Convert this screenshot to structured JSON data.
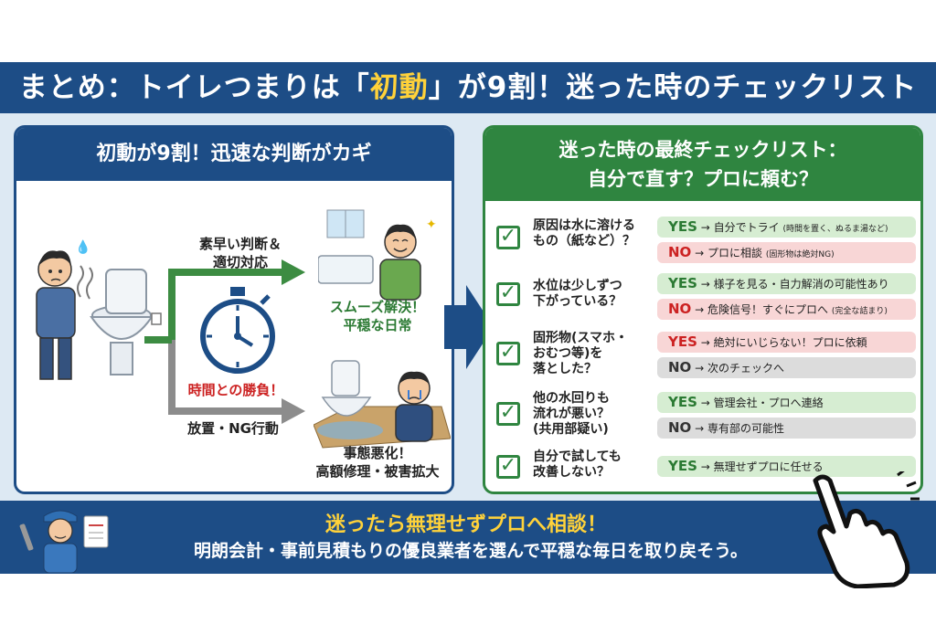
{
  "title": {
    "pre": "まとめ：トイレつまりは「",
    "highlight": "初動",
    "post": "」が9割！迷った時のチェックリスト"
  },
  "left": {
    "heading": "初動が9割！迅速な判断がカギ",
    "fast_label": "素早い判断＆\n適切対応",
    "time_label": "時間との勝負！",
    "ng_label": "放置・NG行動",
    "good_result": "スムーズ解決！\n平穏な日常",
    "bad_result": "事態悪化！\n高額修理・被害拡大"
  },
  "right": {
    "heading_line1": "迷った時の最終チェックリスト：",
    "heading_line2": "自分で直す？プロに頼む？",
    "questions": [
      {
        "q": "原因は水に溶ける\nもの（紙など）？",
        "a1": {
          "label": "YES",
          "text": "自分でトライ",
          "note": "(時間を置く、ぬるま湯など)"
        },
        "a2": {
          "label": "NO",
          "text": "プロに相談",
          "note": "(固形物は絶対NG)"
        }
      },
      {
        "q": "水位は少しずつ\n下がっている？",
        "a1": {
          "label": "YES",
          "text": "様子を見る・自力解消の可能性あり",
          "note": ""
        },
        "a2": {
          "label": "NO",
          "text": "危険信号！すぐにプロへ",
          "note": "(完全な詰まり)"
        }
      },
      {
        "q": "固形物(スマホ・\nおむつ等)を\n落とした？",
        "a1": {
          "label": "YES",
          "text": "絶対にいじらない！プロに依頼",
          "note": ""
        },
        "a2": {
          "label": "NO",
          "text": "次のチェックへ",
          "note": ""
        }
      },
      {
        "q": "他の水回りも\n流れが悪い？\n(共用部疑い)",
        "a1": {
          "label": "YES",
          "text": "管理会社・プロへ連絡",
          "note": ""
        },
        "a2": {
          "label": "NO",
          "text": "専有部の可能性",
          "note": ""
        }
      },
      {
        "q": "自分で試しても\n改善しない？",
        "a1": {
          "label": "YES",
          "text": "無理せずプロに任せる",
          "note": ""
        }
      }
    ],
    "arrow": "→"
  },
  "bottom": {
    "line1": "迷ったら無理せずプロへ相談！",
    "line2": "明朗会計・事前見積もりの優良業者を選んで平穏な毎日を取り戻そう。"
  },
  "colors": {
    "navy": "#1d4d86",
    "green": "#2f8540",
    "yellow": "#ffd23a",
    "red": "#cc2222"
  }
}
